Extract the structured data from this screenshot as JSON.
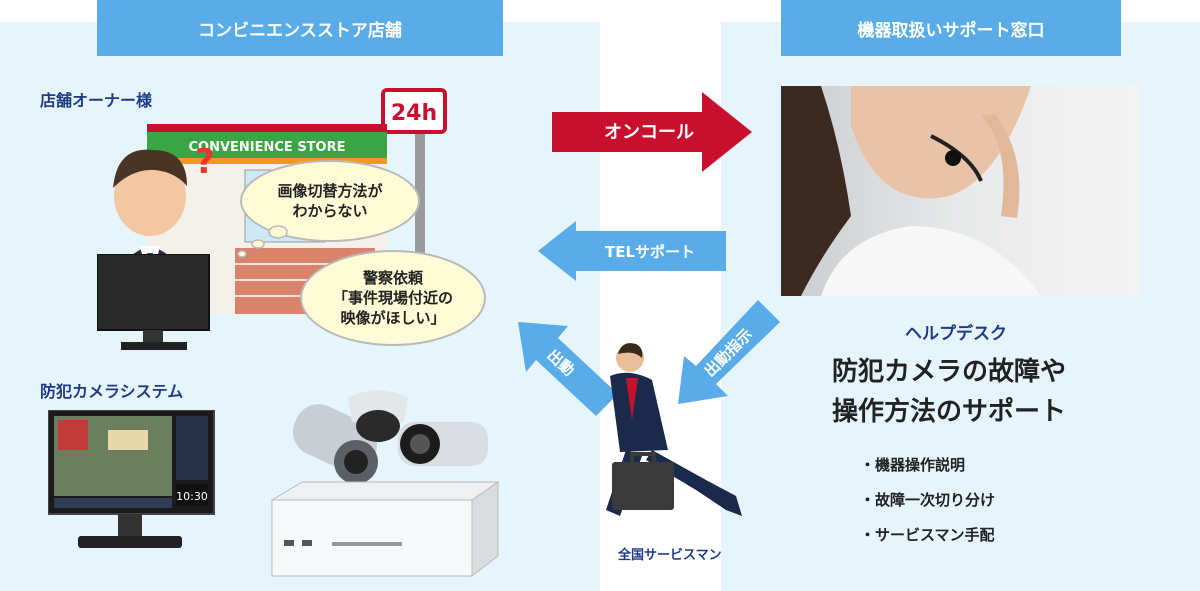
{
  "headers": {
    "left": "コンビニエンスストア店舗",
    "right": "機器取扱いサポート窓口"
  },
  "left": {
    "owner_label": "店舗オーナー様",
    "camera_label": "防犯カメラシステム",
    "sign_24h": "24h",
    "store_sign": "CONVENIENCE STORE",
    "monitor_time": "10:30",
    "bubble1": "画像切替方法が\nわからない",
    "bubble2": "警察依頼\n「事件現場付近の\n映像がほしい」"
  },
  "arrows": {
    "oncall": "オンコール",
    "tel_support": "TELサポート",
    "dispatch": "出動",
    "dispatch_order": "出動指示"
  },
  "serviceman_label": "全国サービスマン",
  "right": {
    "helpdesk_label": "ヘルプデスク",
    "title_line1": "防犯カメラの故障や",
    "title_line2": "操作方法のサポート",
    "bullets": [
      "・機器操作説明",
      "・故障一次切り分け",
      "・サービスマン手配"
    ]
  },
  "colors": {
    "header_blue": "#5aace9",
    "panel_bg": "#e6f5fc",
    "oncall_red": "#c8102e",
    "arrow_blue": "#5aace9",
    "label_navy": "#1f3b86"
  }
}
